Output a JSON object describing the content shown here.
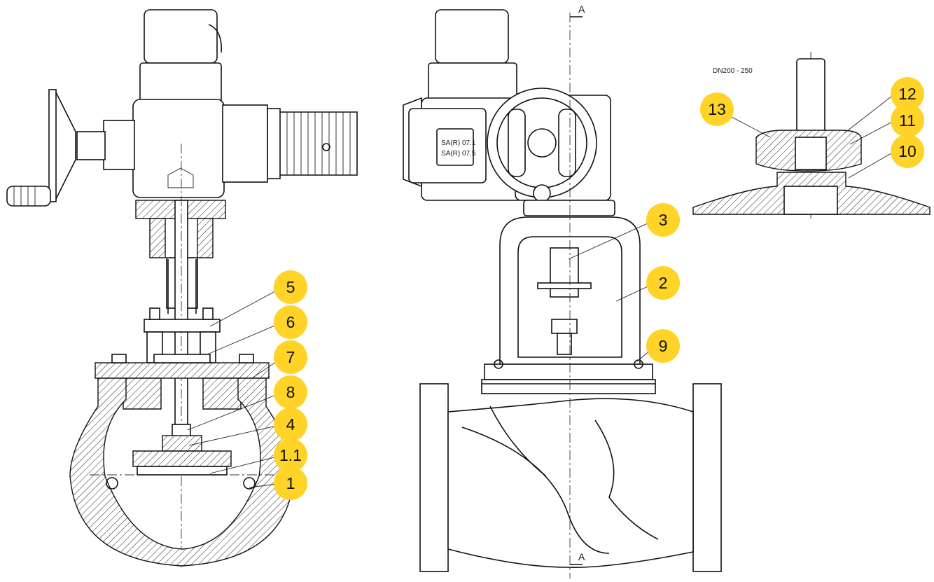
{
  "callouts": {
    "c1": "1",
    "c1_1": "1.1",
    "c2": "2",
    "c3": "3",
    "c4": "4",
    "c5": "5",
    "c6": "6",
    "c7": "7",
    "c8": "8",
    "c9": "9",
    "c10": "10",
    "c11": "11",
    "c12": "12",
    "c13": "13"
  },
  "detail_title": "DN200 - 250",
  "section_mark": "A",
  "nameplate": {
    "line1": "SA(R) 07.1",
    "line2": "SA(R) 07.5"
  },
  "colors": {
    "callout_fill": "#FFD327",
    "line": "#111111",
    "background": "#FFFFFF"
  }
}
